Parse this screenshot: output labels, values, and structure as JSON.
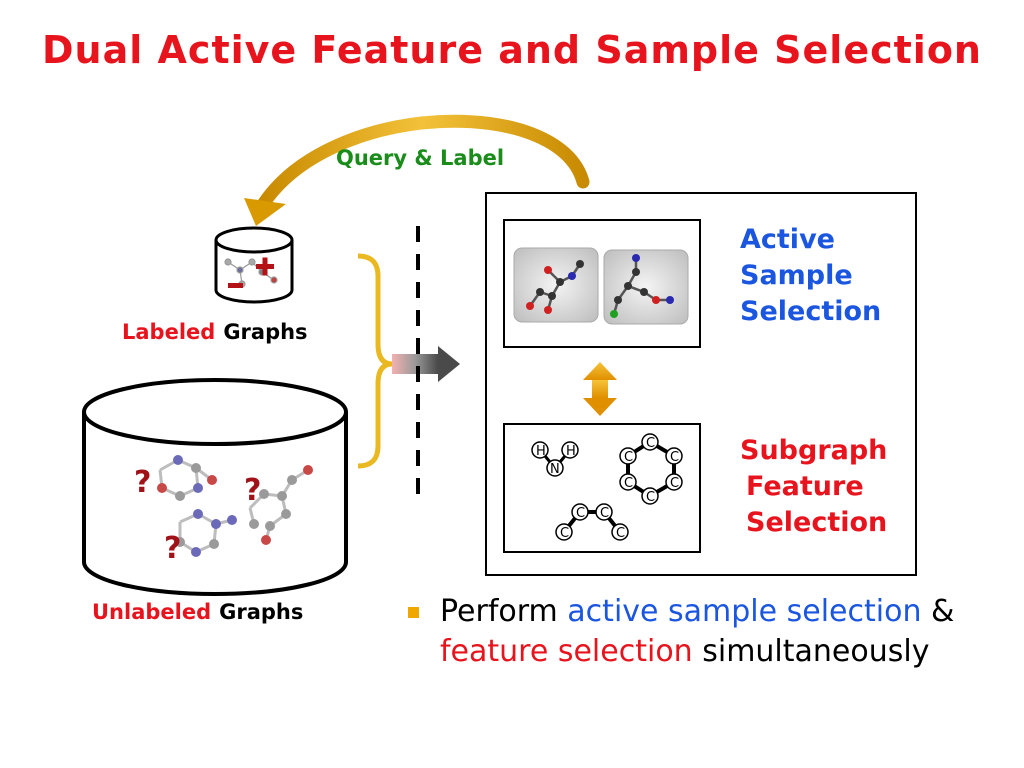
{
  "title": "Dual Active Feature and Sample Selection",
  "colors": {
    "title": "#e8141d",
    "red": "#e8141d",
    "green": "#1a8c1a",
    "blue": "#1a56e0",
    "gold": "#e8a400",
    "bullet": "#f0a800"
  },
  "query_label": "Query & Label",
  "labeled": {
    "highlight": "Labeled",
    "rest": "Graphs"
  },
  "unlabeled": {
    "highlight": "Unlabeled",
    "rest": "Graphs"
  },
  "active_sample_selection": [
    "Active",
    "Sample",
    "Selection"
  ],
  "subgraph_feature_selection": [
    "Subgraph",
    "Feature",
    "Selection"
  ],
  "question_mark": "?",
  "atoms": {
    "h": "H",
    "n": "N",
    "c": "C"
  },
  "bullet": {
    "part1": "Perform ",
    "part2": "active sample selection",
    "part3": " & ",
    "part4": "feature selection",
    "part5": " simultaneously"
  }
}
